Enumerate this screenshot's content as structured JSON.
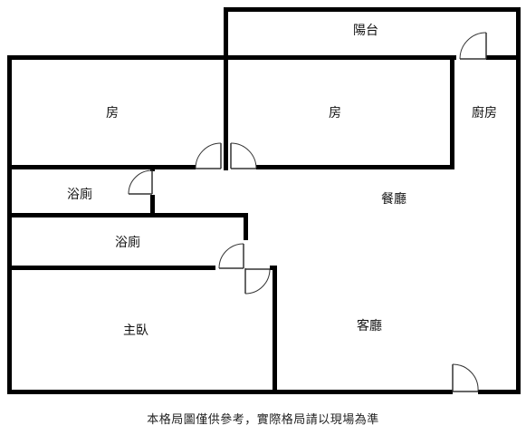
{
  "rooms": {
    "balcony": "陽台",
    "bedroom_left": "房",
    "bedroom_middle": "房",
    "kitchen": "廚房",
    "bathroom_1": "浴廁",
    "bathroom_2": "浴廁",
    "dining": "餐廳",
    "master_bedroom": "主臥",
    "living_room": "客廳"
  },
  "footnote": "本格局圖僅供參考，實際格局請以現場為準",
  "colors": {
    "wall": "#000000",
    "background": "#ffffff"
  }
}
